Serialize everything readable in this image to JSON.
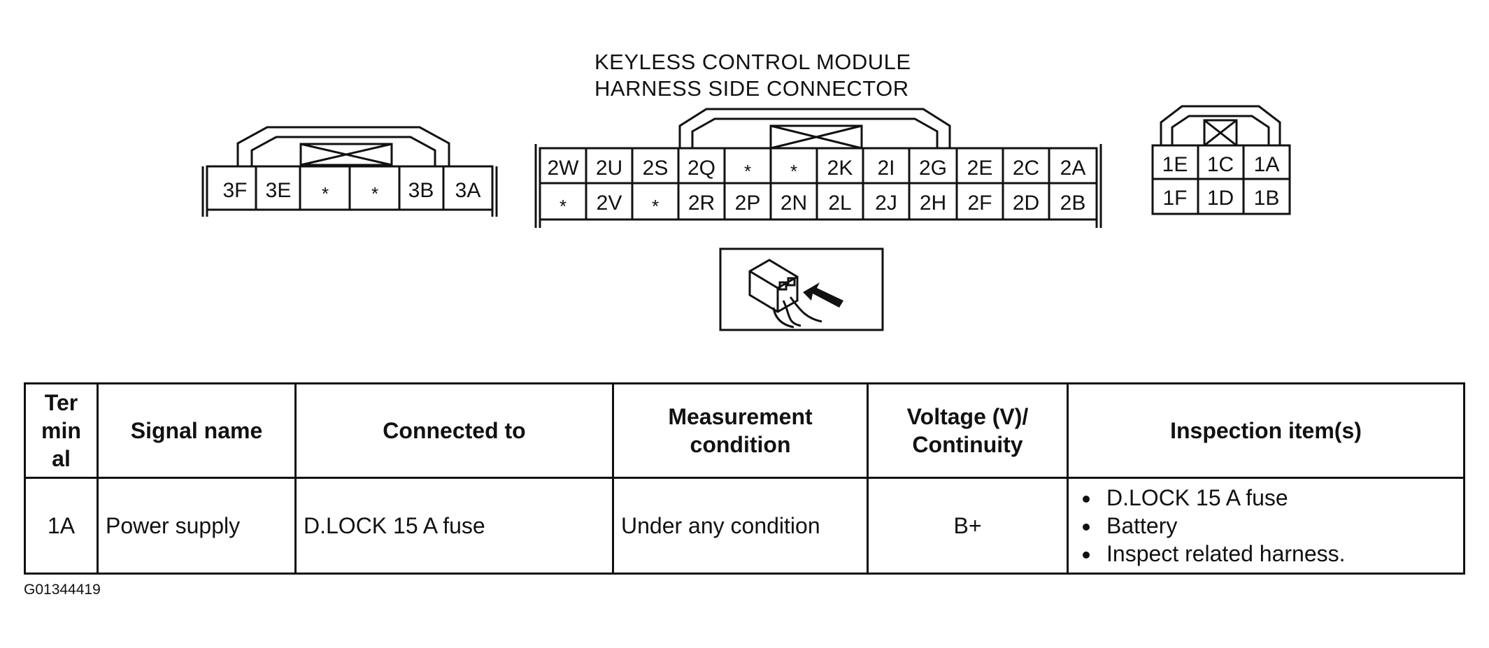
{
  "diagram": {
    "title_line1": "KEYLESS CONTROL MODULE",
    "title_line2": "HARNESS SIDE CONNECTOR",
    "connector_3": {
      "pins": [
        "3F",
        "3E",
        "*",
        "*",
        "3B",
        "3A"
      ]
    },
    "connector_2": {
      "top_row": [
        "2W",
        "2U",
        "2S",
        "2Q",
        "*",
        "*",
        "2K",
        "2I",
        "2G",
        "2E",
        "2C",
        "2A"
      ],
      "bottom_row": [
        "*",
        "2V",
        "*",
        "2R",
        "2P",
        "2N",
        "2L",
        "2J",
        "2H",
        "2F",
        "2D",
        "2B"
      ]
    },
    "connector_1": {
      "top_row": [
        "1E",
        "1C",
        "1A"
      ],
      "bottom_row": [
        "1F",
        "1D",
        "1B"
      ]
    },
    "view_icon": "connector-harness-side-view-icon"
  },
  "table": {
    "headers": {
      "terminal_line1": "Ter",
      "terminal_line2": "min",
      "terminal_line3": "al",
      "signal_name": "Signal name",
      "connected_to": "Connected to",
      "measurement_line1": "Measurement",
      "measurement_line2": "condition",
      "voltage_line1": "Voltage (V)/",
      "voltage_line2": "Continuity",
      "inspection": "Inspection item(s)"
    },
    "rows": [
      {
        "terminal": "1A",
        "signal_name": "Power supply",
        "connected_to": "D.LOCK 15 A fuse",
        "measurement": "Under any condition",
        "voltage": "B+",
        "inspection": [
          "D.LOCK 15 A fuse",
          "Battery",
          "Inspect related harness."
        ]
      }
    ]
  },
  "footer": {
    "code": "G01344419"
  }
}
